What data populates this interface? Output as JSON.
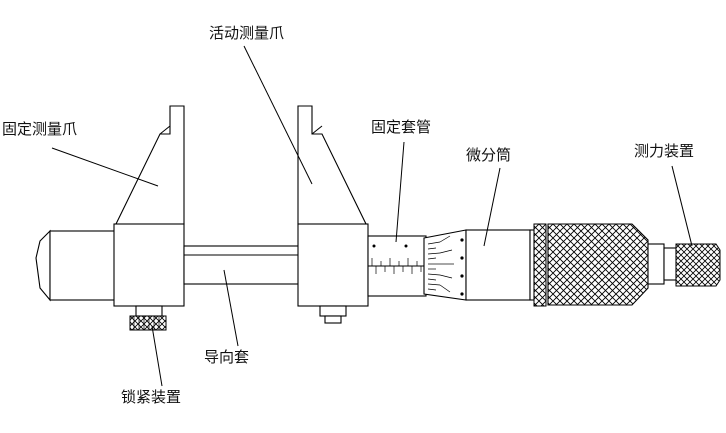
{
  "labels": {
    "fixed_jaw": "固定测量爪",
    "movable_jaw": "活动测量爪",
    "fixed_sleeve": "固定套管",
    "thimble": "微分筒",
    "force_device": "测力装置",
    "guide_sleeve": "导向套",
    "lock_device": "锁紧装置"
  },
  "colors": {
    "line": "#000000",
    "background": "#ffffff",
    "text": "#111111"
  }
}
